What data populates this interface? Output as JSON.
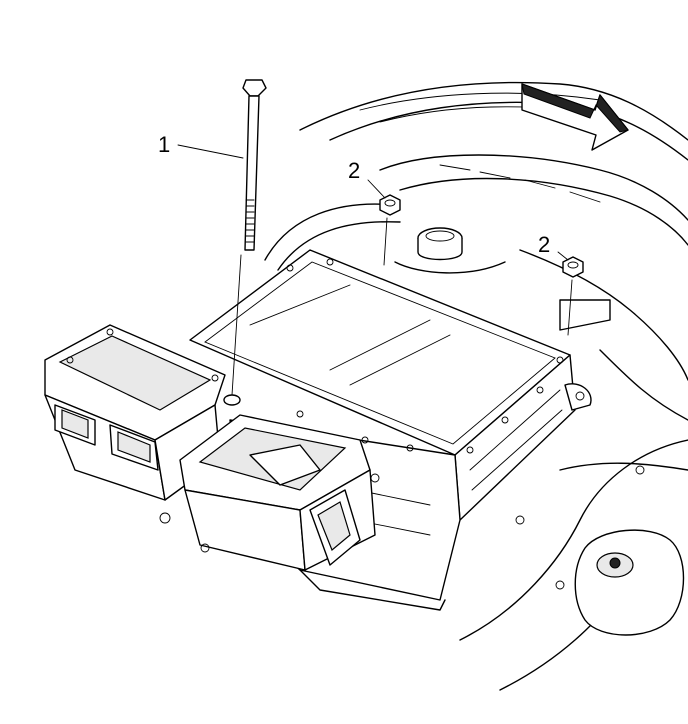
{
  "figure": {
    "callouts": [
      {
        "id": "bolt",
        "label": "1"
      },
      {
        "id": "nut-left",
        "label": "2"
      },
      {
        "id": "nut-right",
        "label": "2"
      }
    ],
    "icons": {
      "direction_arrow": "direction-arrow-icon"
    }
  }
}
